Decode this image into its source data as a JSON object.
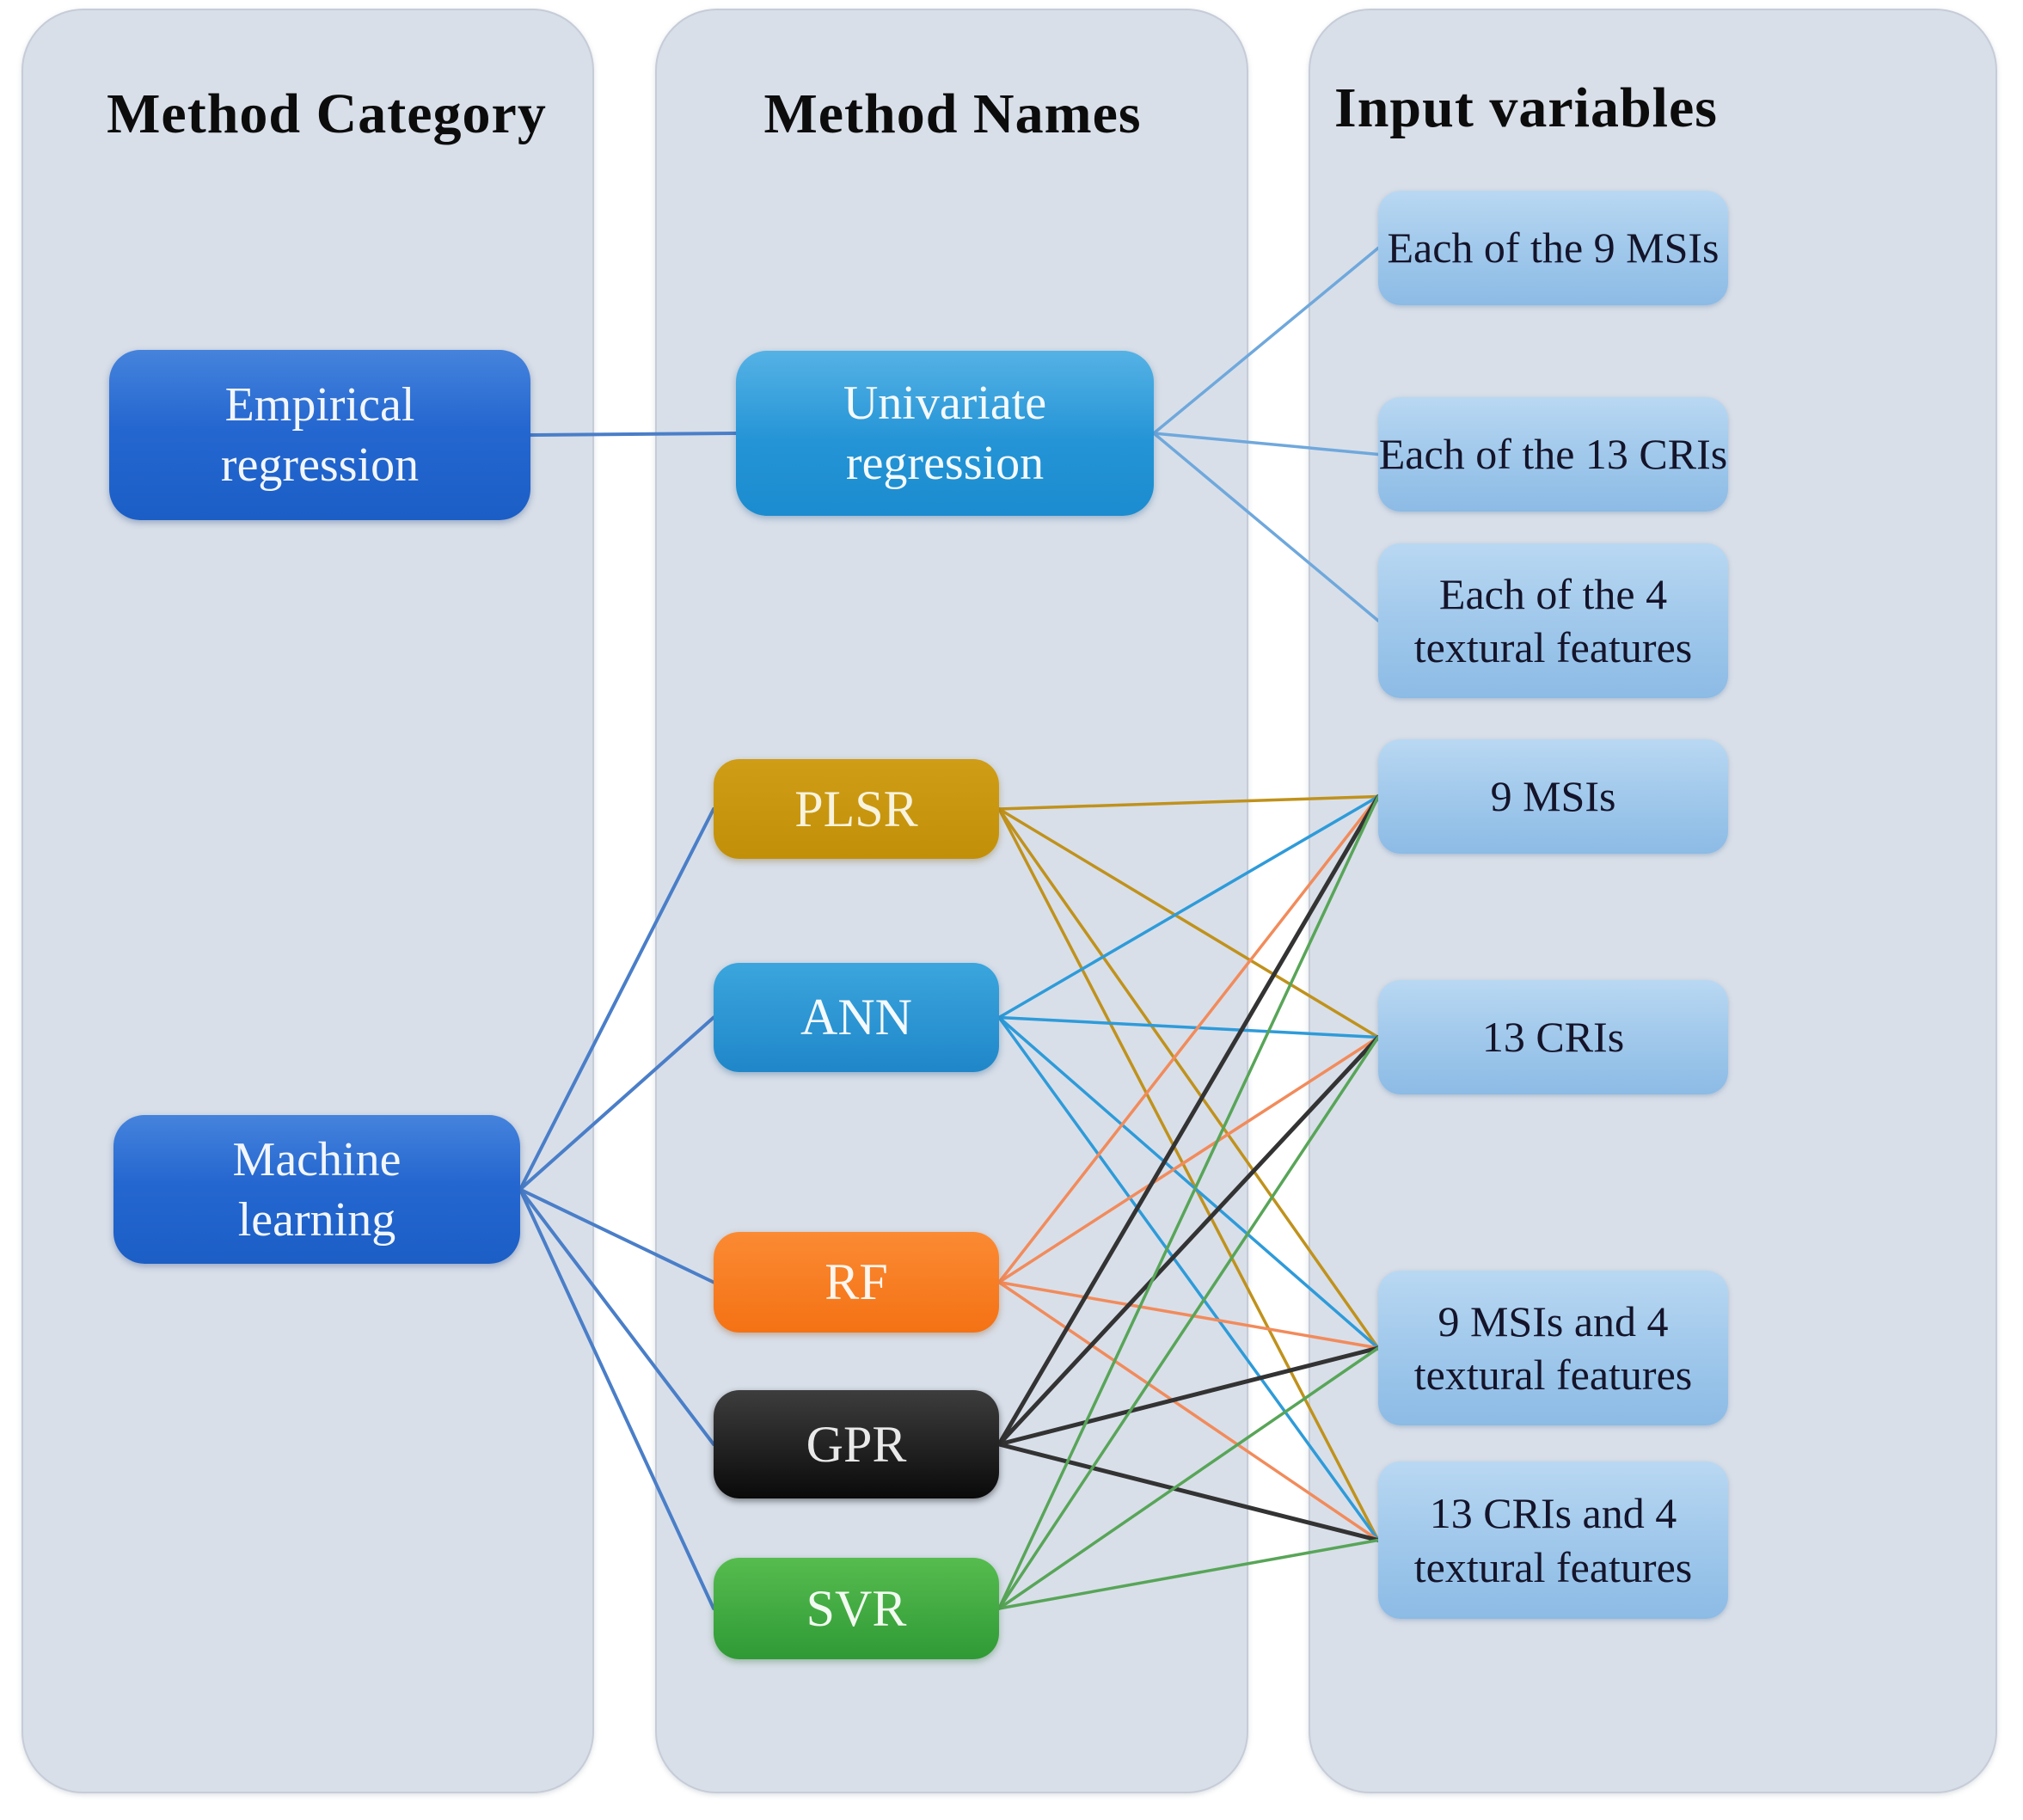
{
  "figure": {
    "columns": [
      {
        "id": "category",
        "title": "Method Category"
      },
      {
        "id": "names",
        "title": "Method Names"
      },
      {
        "id": "inputs",
        "title": "Input variables"
      }
    ],
    "nodes": [
      {
        "id": "empirical",
        "column": "category",
        "style": "cat",
        "label": "Empirical\nregression"
      },
      {
        "id": "machine",
        "column": "category",
        "style": "cat",
        "label": "Machine\nlearning"
      },
      {
        "id": "univariate",
        "column": "names",
        "style": "uni",
        "label": "Univariate\nregression"
      },
      {
        "id": "plsr",
        "column": "names",
        "style": "plsr",
        "label": "PLSR"
      },
      {
        "id": "ann",
        "column": "names",
        "style": "ann",
        "label": "ANN"
      },
      {
        "id": "rf",
        "column": "names",
        "style": "rf",
        "label": "RF"
      },
      {
        "id": "gpr",
        "column": "names",
        "style": "gpr",
        "label": "GPR"
      },
      {
        "id": "svr",
        "column": "names",
        "style": "svr",
        "label": "SVR"
      },
      {
        "id": "each-9-msis",
        "column": "inputs",
        "style": "input",
        "label": "Each of the 9 MSIs"
      },
      {
        "id": "each-13-cris",
        "column": "inputs",
        "style": "input",
        "label": "Each of the 13 CRIs"
      },
      {
        "id": "each-4-tex",
        "column": "inputs",
        "style": "input",
        "label": "Each of the 4\ntextural features"
      },
      {
        "id": "msis-9",
        "column": "inputs",
        "style": "input",
        "label": "9 MSIs"
      },
      {
        "id": "cris-13",
        "column": "inputs",
        "style": "input",
        "label": "13 CRIs"
      },
      {
        "id": "msis-9-tex-4",
        "column": "inputs",
        "style": "input",
        "label": "9 MSIs and 4\ntextural features"
      },
      {
        "id": "cris-13-tex-4",
        "column": "inputs",
        "style": "input",
        "label": "13 CRIs and 4\ntextural features"
      }
    ],
    "edges": [
      {
        "from": "empirical",
        "to": "univariate",
        "color": "#4a7ec8",
        "width": 4
      },
      {
        "from": "machine",
        "to": "plsr",
        "color": "#4a7ec8",
        "width": 4
      },
      {
        "from": "machine",
        "to": "ann",
        "color": "#4a7ec8",
        "width": 4
      },
      {
        "from": "machine",
        "to": "rf",
        "color": "#4a7ec8",
        "width": 4
      },
      {
        "from": "machine",
        "to": "gpr",
        "color": "#4a7ec8",
        "width": 4
      },
      {
        "from": "machine",
        "to": "svr",
        "color": "#4a7ec8",
        "width": 4
      },
      {
        "from": "univariate",
        "to": "each-9-msis",
        "color": "#6fa8dc",
        "width": 3.5
      },
      {
        "from": "univariate",
        "to": "each-13-cris",
        "color": "#6fa8dc",
        "width": 3.5
      },
      {
        "from": "univariate",
        "to": "each-4-tex",
        "color": "#6fa8dc",
        "width": 3.5
      },
      {
        "from": "plsr",
        "to": "msis-9",
        "color": "#c0921c",
        "width": 3.5
      },
      {
        "from": "plsr",
        "to": "cris-13",
        "color": "#c0921c",
        "width": 3.5
      },
      {
        "from": "plsr",
        "to": "msis-9-tex-4",
        "color": "#c0921c",
        "width": 3.5
      },
      {
        "from": "plsr",
        "to": "cris-13-tex-4",
        "color": "#c0921c",
        "width": 3.5
      },
      {
        "from": "ann",
        "to": "msis-9",
        "color": "#2e9bd9",
        "width": 3.5
      },
      {
        "from": "ann",
        "to": "cris-13",
        "color": "#2e9bd9",
        "width": 3.5
      },
      {
        "from": "ann",
        "to": "msis-9-tex-4",
        "color": "#2e9bd9",
        "width": 3.5
      },
      {
        "from": "ann",
        "to": "cris-13-tex-4",
        "color": "#2e9bd9",
        "width": 3.5
      },
      {
        "from": "rf",
        "to": "msis-9",
        "color": "#f28b5b",
        "width": 3.5
      },
      {
        "from": "rf",
        "to": "cris-13",
        "color": "#f28b5b",
        "width": 3.5
      },
      {
        "from": "rf",
        "to": "msis-9-tex-4",
        "color": "#f28b5b",
        "width": 3.5
      },
      {
        "from": "rf",
        "to": "cris-13-tex-4",
        "color": "#f28b5b",
        "width": 3.5
      },
      {
        "from": "gpr",
        "to": "msis-9",
        "color": "#333333",
        "width": 5
      },
      {
        "from": "gpr",
        "to": "cris-13",
        "color": "#333333",
        "width": 5
      },
      {
        "from": "gpr",
        "to": "msis-9-tex-4",
        "color": "#333333",
        "width": 5
      },
      {
        "from": "gpr",
        "to": "cris-13-tex-4",
        "color": "#333333",
        "width": 5
      },
      {
        "from": "svr",
        "to": "msis-9",
        "color": "#58a558",
        "width": 3.5
      },
      {
        "from": "svr",
        "to": "cris-13",
        "color": "#58a558",
        "width": 3.5
      },
      {
        "from": "svr",
        "to": "msis-9-tex-4",
        "color": "#58a558",
        "width": 3.5
      },
      {
        "from": "svr",
        "to": "cris-13-tex-4",
        "color": "#58a558",
        "width": 3.5
      }
    ],
    "colors": {
      "panel_background": "#d8dfe9",
      "category_box": "#2567d0",
      "univariate_box": "#2494d6",
      "plsr_box": "#c89310",
      "ann_box": "#2e9bd9",
      "rf_box": "#f97e27",
      "gpr_box": "#111111",
      "svr_box": "#3da93d",
      "input_box": "#9cc4ea"
    }
  }
}
